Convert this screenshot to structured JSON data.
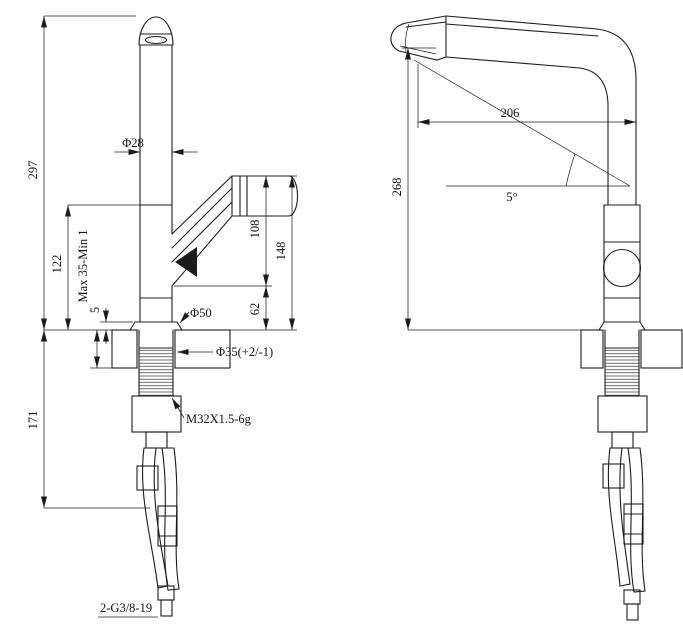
{
  "drawing": {
    "front": {
      "labels": {
        "total_height": "297",
        "below_counter": "171",
        "body_height": "122",
        "clamp_range": "Max 35-Min 1",
        "flange_gap": "5",
        "spout_diameter": "Φ28",
        "base_diameter": "Φ50",
        "hole_diameter": "Φ35(+2/-1)",
        "shank_thread": "M32X1.5-6g",
        "height_108": "108",
        "height_148": "148",
        "height_62": "62",
        "hose_connection": "2-G3/8-19"
      }
    },
    "side": {
      "labels": {
        "spout_reach": "206",
        "overall_height": "268",
        "spout_angle": "5°"
      }
    }
  }
}
